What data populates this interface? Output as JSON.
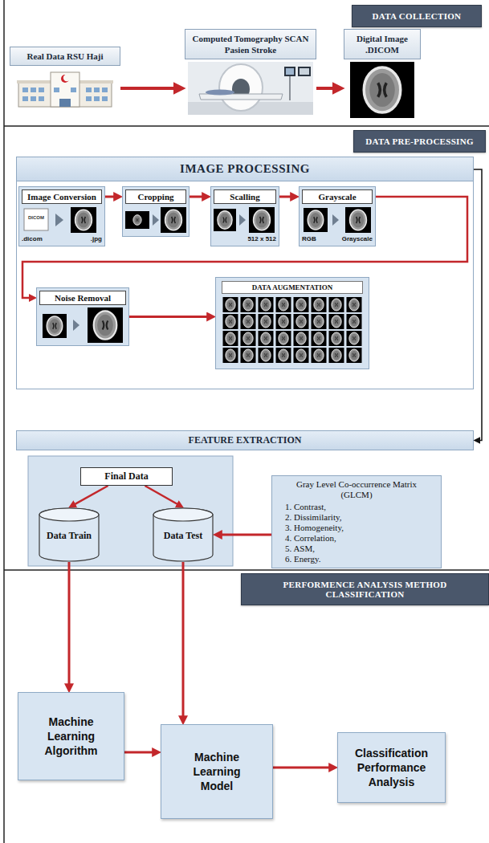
{
  "diagram": {
    "nodes": [
      {
        "text": [
          "DATA COLLECTION"
        ]
      },
      {
        "text": [
          "Real Data RSU Haji"
        ]
      },
      {
        "text": [
          "Computed Tomography SCAN Pasien Stroke"
        ]
      },
      {
        "text": [
          "Digital Image .DICOM"
        ]
      },
      {
        "text": [
          "DATA PRE-PROCESSING"
        ]
      },
      {
        "text": [
          "IMAGE PROCESSING"
        ]
      },
      {
        "text": [
          "Image Conversion"
        ],
        "in": 5
      },
      {
        "text": [
          "Cropping"
        ],
        "in": 5
      },
      {
        "text": [
          "Scalling"
        ],
        "in": 5
      },
      {
        "text": [
          "Grayscale"
        ],
        "in": 5
      },
      {
        "text": [
          "Noise Removal"
        ],
        "in": 5
      },
      {
        "text": [
          "DATA AUGMENTATION"
        ],
        "in": 5
      },
      {
        "text": [
          "FEATURE EXTRACTION"
        ]
      },
      {
        "text": [
          "Final Data"
        ]
      },
      {
        "text": [
          "Data Train"
        ]
      },
      {
        "text": [
          "Data Test"
        ]
      },
      {
        "text": [
          "Gray Level Co-occurrence Matrix (GLCM)",
          "1. Contrast,",
          "2. Dissimilarity,",
          "3. Homogeneity,",
          "4. Correlation,",
          "5. ASM,",
          "6. Energy."
        ]
      },
      {
        "text": [
          "PERFORMENCE ANALYSIS METHOD CLASSIFICATION"
        ]
      },
      {
        "text": [
          "Machine Learning Algorithm"
        ]
      },
      {
        "text": [
          "Machine Learning Model"
        ]
      },
      {
        "text": [
          "Classification Performance Analysis"
        ]
      }
    ],
    "edges": [
      {
        "from": 1,
        "to": 2,
        "arrow": "to"
      },
      {
        "from": 2,
        "to": 3,
        "arrow": "to"
      },
      {
        "from": 6,
        "to": 7,
        "arrow": "to"
      },
      {
        "from": 7,
        "to": 8,
        "arrow": "to"
      },
      {
        "from": 8,
        "to": 9,
        "arrow": "to"
      },
      {
        "from": 9,
        "to": 10,
        "arrow": "to"
      },
      {
        "from": 10,
        "to": 11,
        "arrow": "to"
      },
      {
        "from": 5,
        "to": 12,
        "arrow": "to"
      },
      {
        "from": 13,
        "to": 14,
        "arrow": "to"
      },
      {
        "from": 13,
        "to": 15,
        "arrow": "to"
      },
      {
        "from": 16,
        "to": 15,
        "arrow": "to"
      },
      {
        "from": 14,
        "to": 18,
        "arrow": "to"
      },
      {
        "from": 15,
        "to": 19,
        "arrow": "to"
      },
      {
        "from": 18,
        "to": 19,
        "arrow": "to"
      },
      {
        "from": 19,
        "to": 20,
        "arrow": "to"
      }
    ],
    "labels": [
      "DICOM",
      ".dicom",
      ".jpg",
      "512 x 512",
      "RGB",
      "Grayscale"
    ]
  }
}
